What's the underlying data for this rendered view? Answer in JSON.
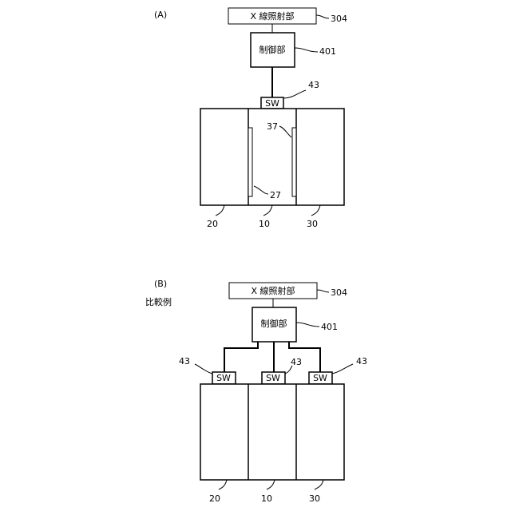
{
  "panel_a": {
    "tag": "(A)",
    "xray_label": "X 線照射部",
    "xray_ref": "304",
    "control_label": "制御部",
    "control_ref": "401",
    "sw_label": "SW",
    "sw_ref": "43",
    "ref_37": "37",
    "ref_27": "27",
    "ref_20": "20",
    "ref_10": "10",
    "ref_30": "30"
  },
  "panel_b": {
    "tag": "(B)",
    "subtitle": "比較例",
    "xray_label": "X 線照射部",
    "xray_ref": "304",
    "control_label": "制御部",
    "control_ref": "401",
    "sw_label_left": "SW",
    "sw_label_mid": "SW",
    "sw_label_right": "SW",
    "sw_ref_left": "43",
    "sw_ref_mid": "43",
    "sw_ref_right": "43",
    "ref_20": "20",
    "ref_10": "10",
    "ref_30": "30"
  }
}
